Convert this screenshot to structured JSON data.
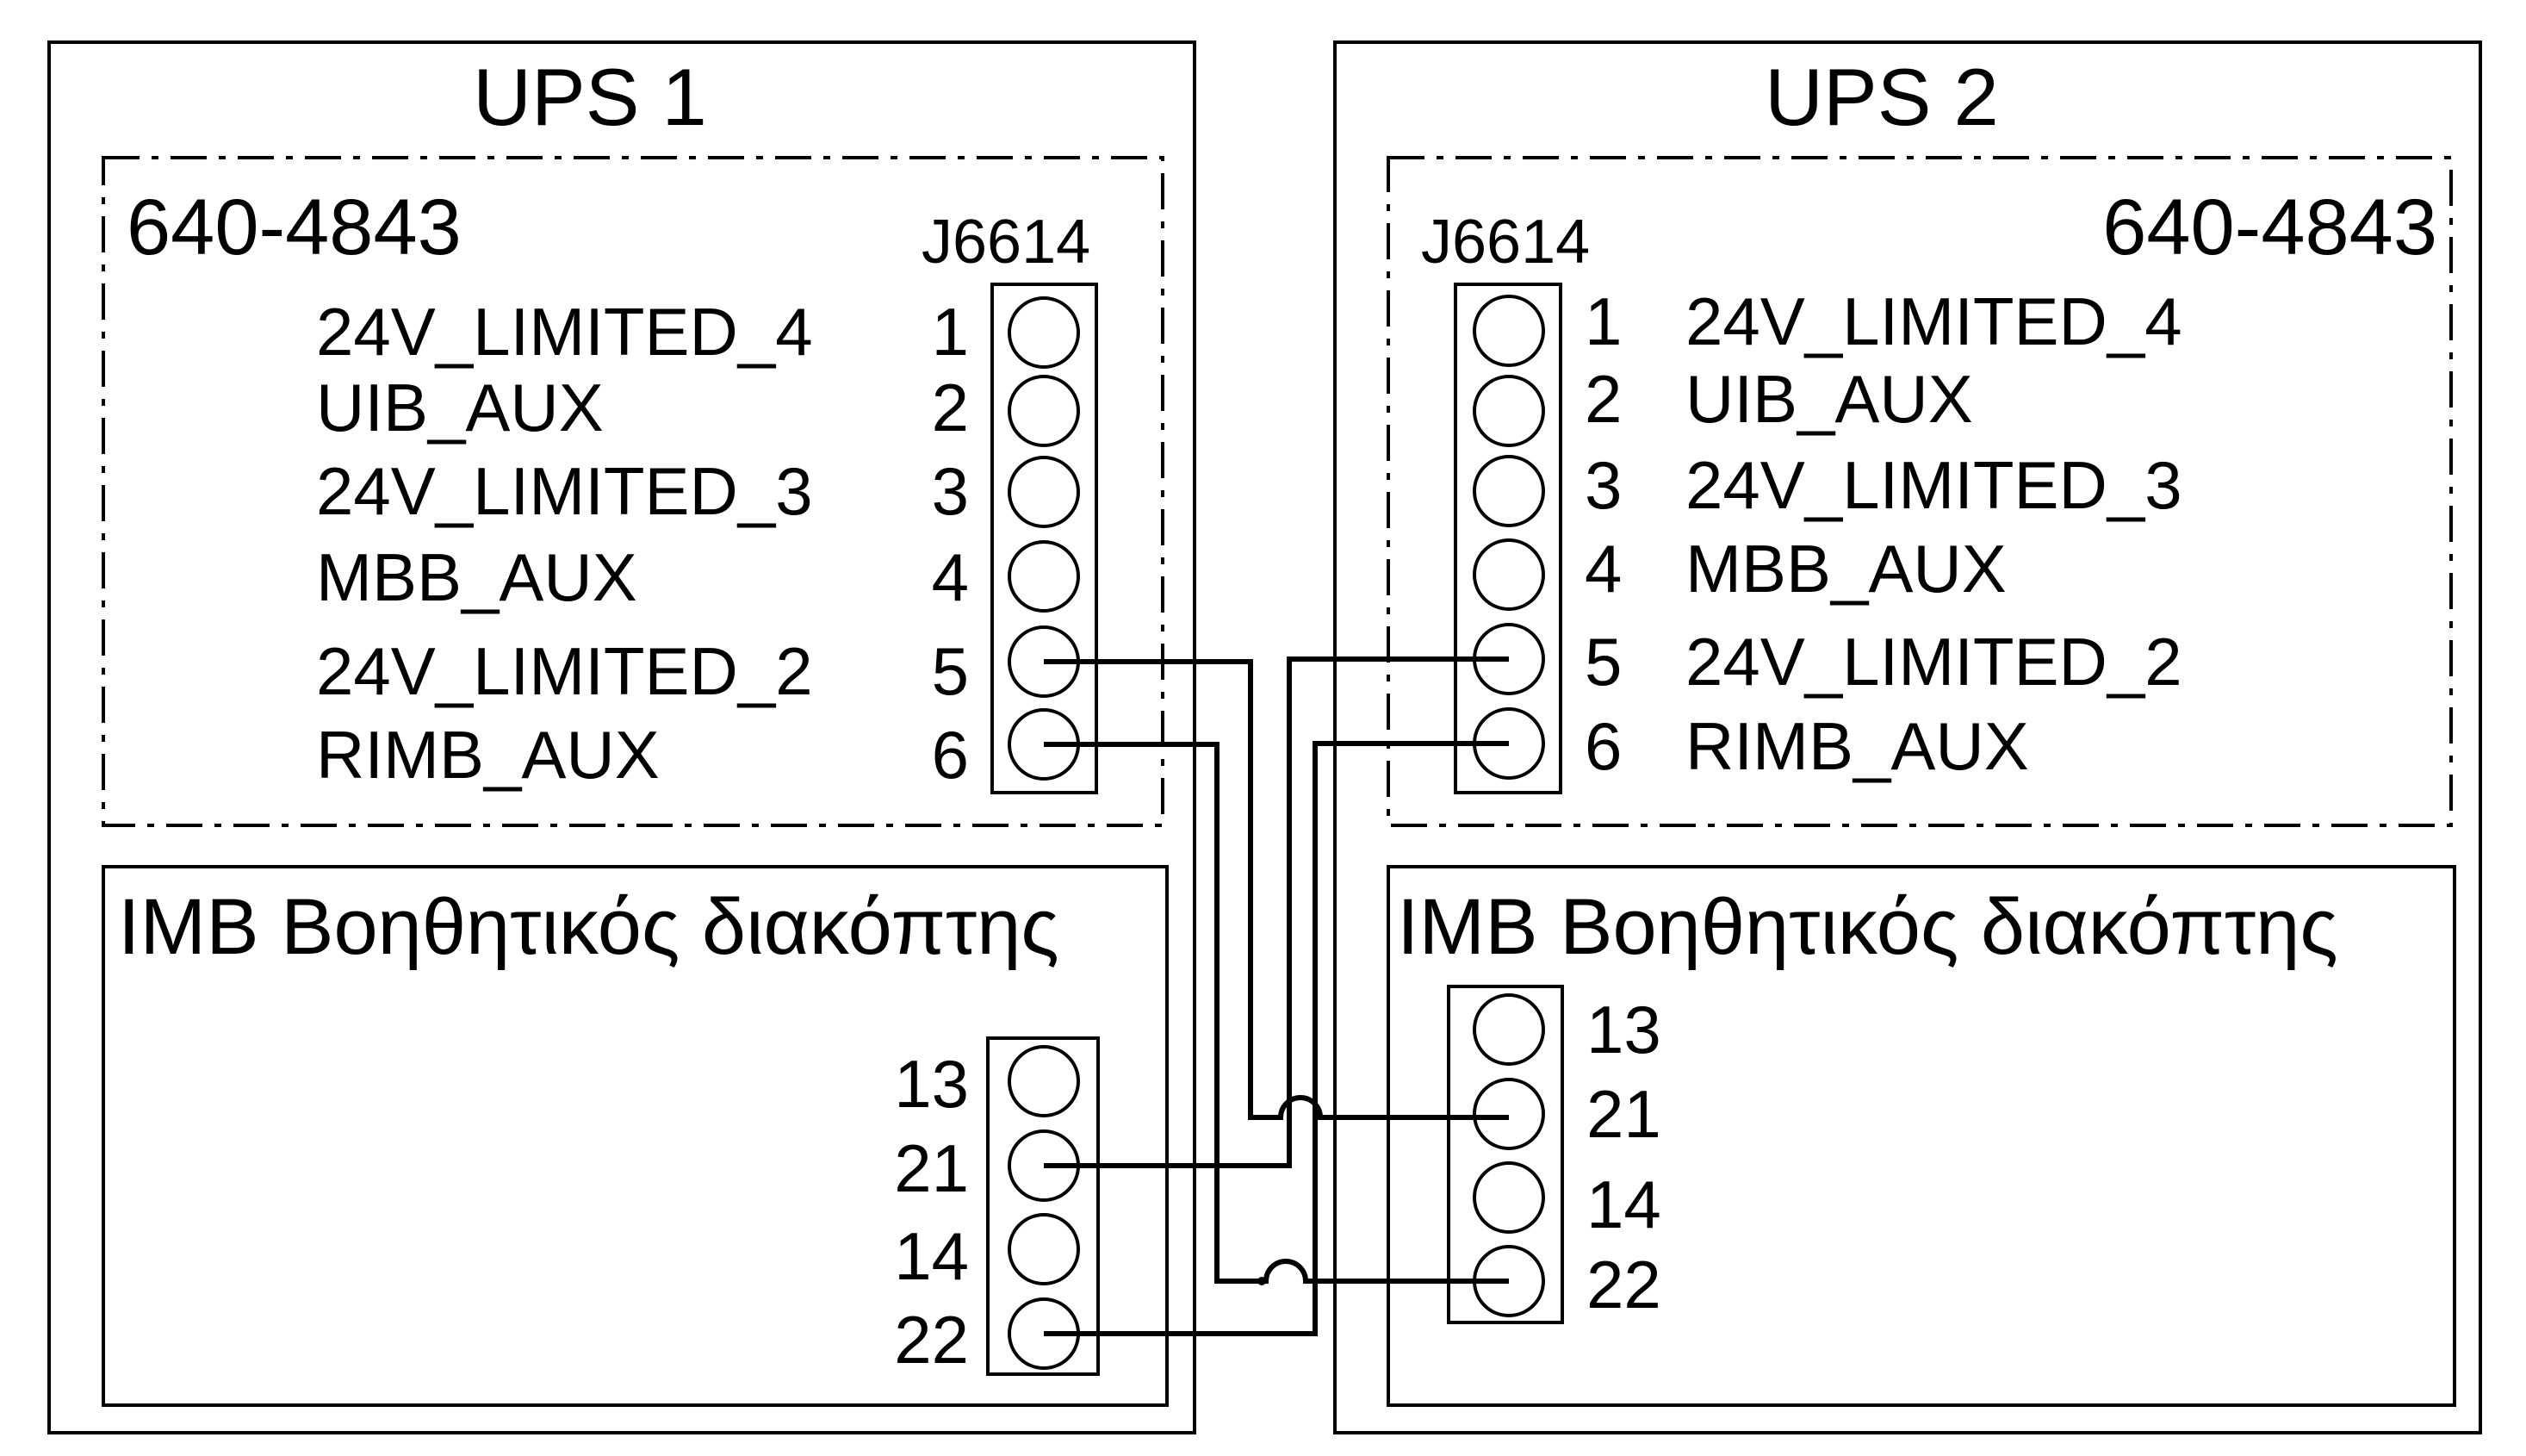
{
  "ups1": {
    "title": "UPS 1",
    "board_part": "640-4843",
    "connector": "J6614",
    "signals": [
      "24V_LIMITED_4",
      "UIB_AUX",
      "24V_LIMITED_3",
      "MBB_AUX",
      "24V_LIMITED_2",
      "RIMB_AUX"
    ],
    "pins": [
      "1",
      "2",
      "3",
      "4",
      "5",
      "6"
    ],
    "switch_title": "IMB Βοηθητικός διακόπτης",
    "switch_pins": [
      "13",
      "21",
      "14",
      "22"
    ]
  },
  "ups2": {
    "title": "UPS 2",
    "board_part": "640-4843",
    "connector": "J6614",
    "signals": [
      "24V_LIMITED_4",
      "UIB_AUX",
      "24V_LIMITED_3",
      "MBB_AUX",
      "24V_LIMITED_2",
      "RIMB_AUX"
    ],
    "pins": [
      "1",
      "2",
      "3",
      "4",
      "5",
      "6"
    ],
    "switch_title": "IMB Βοηθητικός διακόπτης",
    "switch_pins": [
      "13",
      "21",
      "14",
      "22"
    ]
  },
  "connections": [
    {
      "from": "UPS 1 J6614 5",
      "to": "UPS 2 IMB 21"
    },
    {
      "from": "UPS 1 J6614 6",
      "to": "UPS 2 IMB 22"
    },
    {
      "from": "UPS 2 J6614 5",
      "to": "UPS 1 IMB 21"
    },
    {
      "from": "UPS 2 J6614 6",
      "to": "UPS 1 IMB 22"
    }
  ],
  "colors": {
    "line": "#000000",
    "background": "#ffffff"
  }
}
